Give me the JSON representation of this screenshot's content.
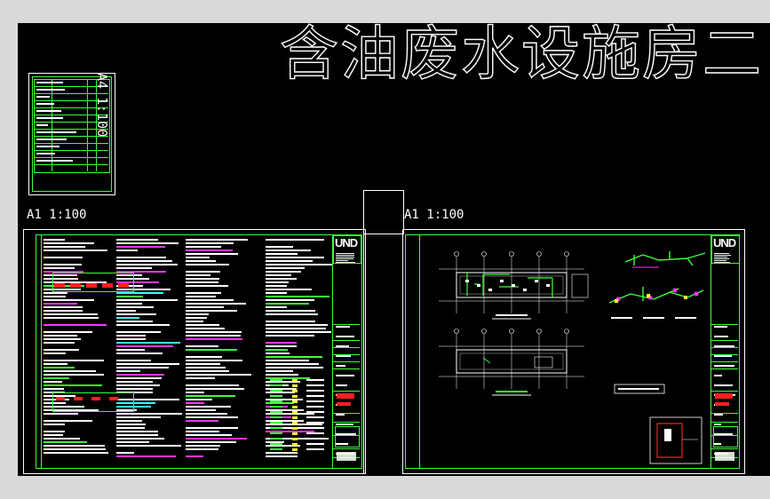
{
  "drawing": {
    "title": "含油废水设施房二",
    "small_sheet_scale": "A4 1:100",
    "left_sheet_scale": "A1 1:100",
    "right_sheet_scale": "A1 1:100",
    "logo_text": "UND",
    "colors": {
      "background": "#000000",
      "frame": "#3cff3c",
      "text_white": "#ffffff",
      "accent_magenta": "#ff33ff",
      "accent_cyan": "#33ffff",
      "accent_red": "#ff2020",
      "accent_yellow": "#ffff33"
    }
  }
}
